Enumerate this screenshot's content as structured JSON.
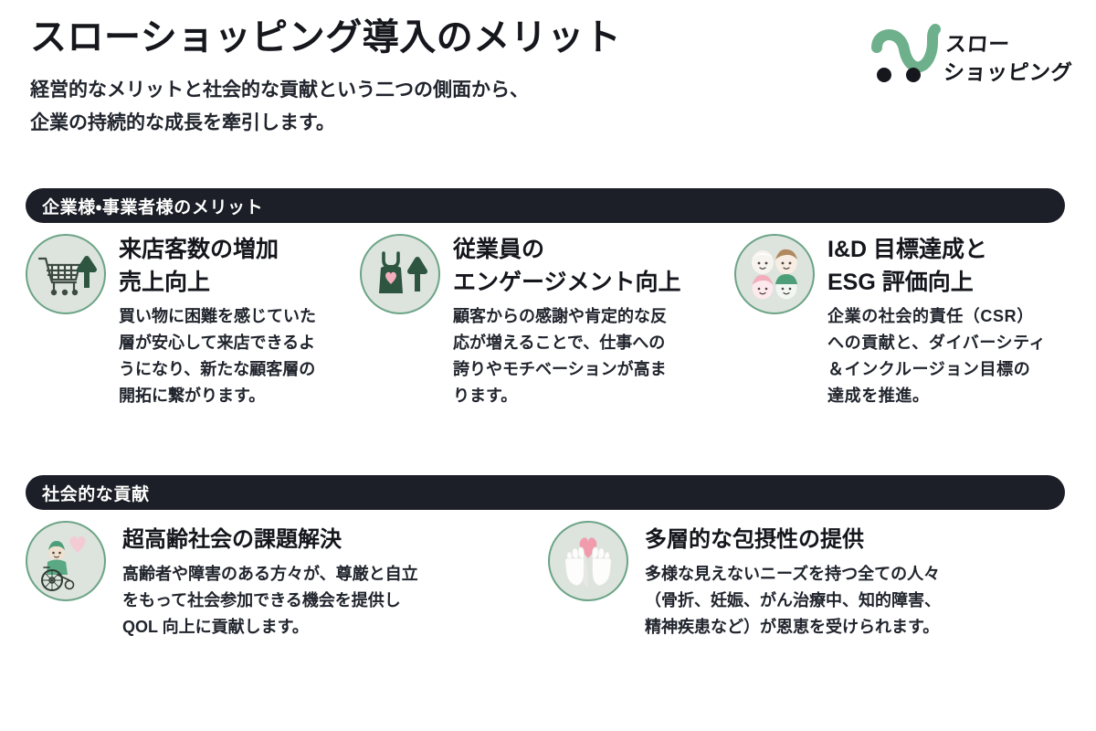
{
  "hero": {
    "title": "スローショッピング導入のメリット",
    "subtitle_line1": "経営的なメリットと社会的な貢献という二つの側面から、",
    "subtitle_line2": "企業の持続的な成長を牽引します。"
  },
  "logo": {
    "mark_name": "slow-shopping-cart-mark",
    "line1": "スロー",
    "line2": "ショッピング",
    "curve_color": "#6fb08c",
    "wheel_color": "#15171d"
  },
  "colors": {
    "section_bar_bg": "#1c1f28",
    "section_bar_text": "#ffffff",
    "icon_circle_bg": "#dde3dd",
    "icon_circle_border": "#6ba486",
    "icon_green": "#2d5540",
    "icon_pink": "#f3aebc",
    "text_primary": "#14161c",
    "page_bg": "#ffffff"
  },
  "sections": [
    {
      "id": "business-benefits",
      "header": "企業様・事業者様のメリット",
      "cards": [
        {
          "icon": "shopping-cart-up-arrow-icon",
          "title_lines": [
            "来店客数の増加",
            "売上向上"
          ],
          "desc_lines": [
            "買い物に困難を感じていた",
            "層が安心して来店できるよ",
            "うになり、新たな顧客層の",
            "開拓に繋がります。"
          ]
        },
        {
          "icon": "apron-heart-up-arrow-icon",
          "title_lines": [
            "従業員の",
            "エンゲージメント向上"
          ],
          "desc_lines": [
            "顧客からの感謝や肯定的な反",
            "応が増えることで、仕事への",
            "誇りやモチベーションが高ま",
            "ります。"
          ]
        },
        {
          "icon": "diverse-faces-icon",
          "title_lines": [
            "I&D 目標達成と",
            "ESG 評価向上"
          ],
          "desc_lines": [
            "企業の社会的責任（CSR）",
            "への貢献と、ダイバーシティ",
            "＆インクルージョン目標の",
            "達成を推進。"
          ]
        }
      ]
    },
    {
      "id": "social-contribution",
      "header": "社会的な貢献",
      "cards": [
        {
          "icon": "wheelchair-person-heart-icon",
          "title_lines": [
            "超高齢社会の課題解決"
          ],
          "desc_lines": [
            "高齢者や障害のある方々が、尊厳と自立",
            "をもって社会参加できる機会を提供し",
            "QOL 向上に貢献します。"
          ]
        },
        {
          "icon": "open-hands-heart-icon",
          "title_lines": [
            "多層的な包摂性の提供"
          ],
          "desc_lines": [
            "多様な見えないニーズを持つ全ての人々",
            "（骨折、妊娠、がん治療中、知的障害、",
            "精神疾患など）が恩恵を受けられます。"
          ]
        }
      ]
    }
  ]
}
